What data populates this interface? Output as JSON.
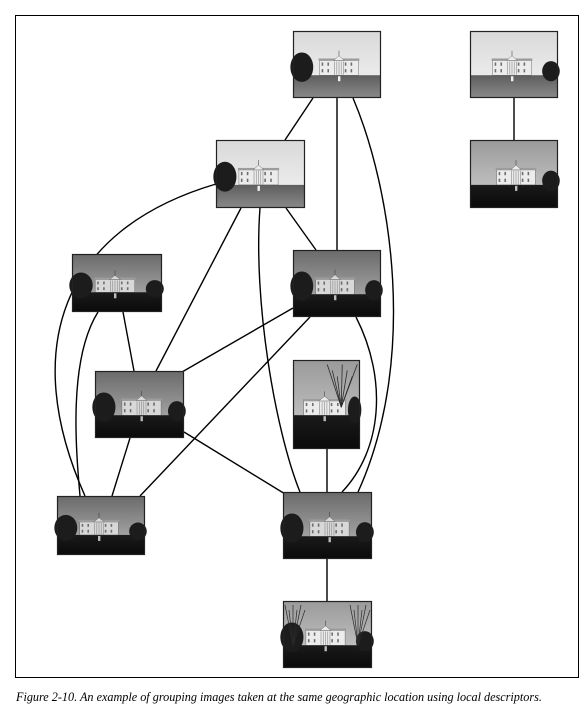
{
  "figure": {
    "caption": "Figure 2-10. An example of grouping images taken at the same geographic location using local descriptors.",
    "images": [
      {
        "id": "img-1",
        "subject": "white-house-photo",
        "tone": "bright"
      },
      {
        "id": "img-2",
        "subject": "white-house-photo",
        "tone": "bright"
      },
      {
        "id": "img-3",
        "subject": "white-house-photo",
        "tone": "bright"
      },
      {
        "id": "img-4",
        "subject": "white-house-photo",
        "tone": "medium"
      },
      {
        "id": "img-5",
        "subject": "white-house-photo",
        "tone": "dark"
      },
      {
        "id": "img-6",
        "subject": "white-house-photo",
        "tone": "dark"
      },
      {
        "id": "img-7",
        "subject": "white-house-photo",
        "tone": "dark"
      },
      {
        "id": "img-8",
        "subject": "white-house-photo",
        "tone": "medium"
      },
      {
        "id": "img-9",
        "subject": "white-house-photo",
        "tone": "dark"
      },
      {
        "id": "img-10",
        "subject": "white-house-photo",
        "tone": "dark"
      },
      {
        "id": "img-11",
        "subject": "white-house-photo",
        "tone": "medium"
      }
    ],
    "edges": [
      [
        "img-1",
        "img-3"
      ],
      [
        "img-1",
        "img-5"
      ],
      [
        "img-1",
        "img-10"
      ],
      [
        "img-2",
        "img-4"
      ],
      [
        "img-3",
        "img-5"
      ],
      [
        "img-3",
        "img-7"
      ],
      [
        "img-3",
        "img-9"
      ],
      [
        "img-3",
        "img-10"
      ],
      [
        "img-6",
        "img-7"
      ],
      [
        "img-6",
        "img-9"
      ],
      [
        "img-5",
        "img-7"
      ],
      [
        "img-5",
        "img-9"
      ],
      [
        "img-5",
        "img-10"
      ],
      [
        "img-7",
        "img-9"
      ],
      [
        "img-7",
        "img-10"
      ],
      [
        "img-8",
        "img-10"
      ],
      [
        "img-10",
        "img-11"
      ]
    ]
  }
}
